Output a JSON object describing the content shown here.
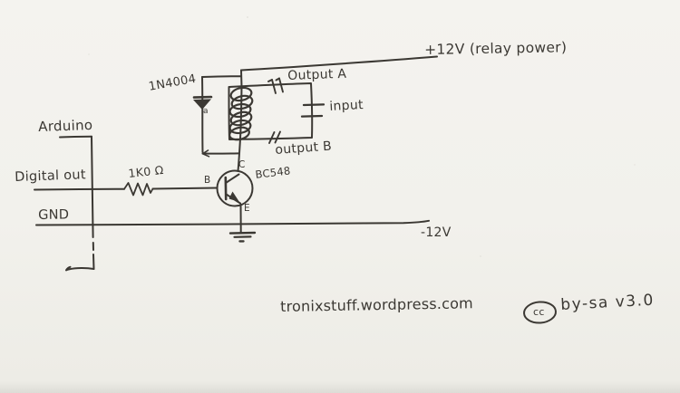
{
  "colors": {
    "ink": "#3b3833",
    "paper": "#f2f1ec"
  },
  "arduino_block": {
    "title": "Arduino",
    "pin_digital_out": "Digital out",
    "pin_gnd": "GND"
  },
  "resistor": {
    "value": "1K0 Ω"
  },
  "diode": {
    "part_number": "1N4004",
    "anode_label": "a"
  },
  "transistor": {
    "part_number": "BC548",
    "collector_label": "C",
    "base_label": "B",
    "emitter_label": "E"
  },
  "relay": {
    "contact_top": "Output A",
    "contact_right": "input",
    "contact_bottom": "output B"
  },
  "power": {
    "positive_rail": "+12V (relay power)",
    "negative_rail": "-12V"
  },
  "footer": {
    "website": "tronixstuff.wordpress.com",
    "license_badge": "cc",
    "license_text": "by-sa v3.0"
  }
}
